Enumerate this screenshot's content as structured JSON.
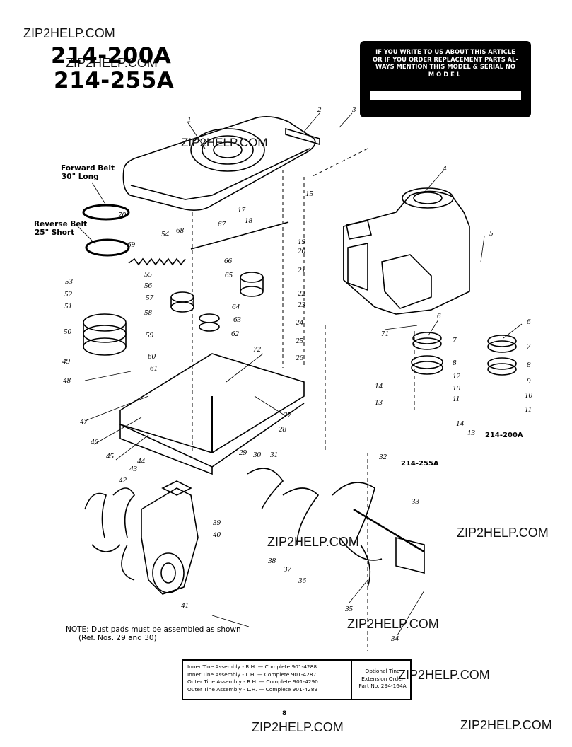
{
  "watermark": "ZIP2HELP.COM",
  "models": [
    "214-200A",
    "214-255A"
  ],
  "notice": {
    "lines": [
      "IF YOU WRITE TO US ABOUT THIS ARTICLE",
      "OR IF YOU ORDER REPLACEMENT PARTS AL-",
      "WAYS MENTION THIS MODEL & SERIAL NO",
      "MODEL"
    ]
  },
  "belts": {
    "forward": [
      "Forward Belt",
      "30\" Long"
    ],
    "reverse": [
      "Reverse Belt",
      "25\" Short"
    ]
  },
  "ref_numbers": [
    "1",
    "2",
    "3",
    "4",
    "5",
    "6",
    "7",
    "8",
    "9",
    "10",
    "11",
    "12",
    "13",
    "14",
    "15",
    "17",
    "18",
    "19",
    "20",
    "21",
    "22",
    "23",
    "24",
    "25",
    "26",
    "27",
    "28",
    "29",
    "30",
    "31",
    "32",
    "33",
    "34",
    "35",
    "36",
    "37",
    "38",
    "39",
    "40",
    "41",
    "42",
    "43",
    "44",
    "45",
    "46",
    "47",
    "48",
    "49",
    "50",
    "51",
    "52",
    "53",
    "54",
    "55",
    "56",
    "57",
    "58",
    "59",
    "60",
    "61",
    "62",
    "63",
    "64",
    "65",
    "66",
    "67",
    "68",
    "69",
    "70",
    "71",
    "72"
  ],
  "right_variant": {
    "numbers": [
      "6",
      "7",
      "8",
      "9",
      "10",
      "11",
      "14",
      "13"
    ],
    "label": "214-200A"
  },
  "center_variant_label": "214-255A",
  "note": [
    "NOTE: Dust pads must be assembled as shown",
    "(Ref. Nos. 29 and 30)"
  ],
  "tine_table": {
    "rows": [
      "Inner Tine Assembly - R.H. — Complete 901-4288",
      "Inner Tine Assembly - L.H. — Complete 901-4287",
      "Outer Tine Assembly - R.H. — Complete 901-4290",
      "Outer Tine Assembly - L.H. — Complete 901-4289"
    ],
    "optional": [
      "Optional Tine",
      "Extension Order",
      "Part No. 294-164A"
    ]
  },
  "page_number": "8"
}
